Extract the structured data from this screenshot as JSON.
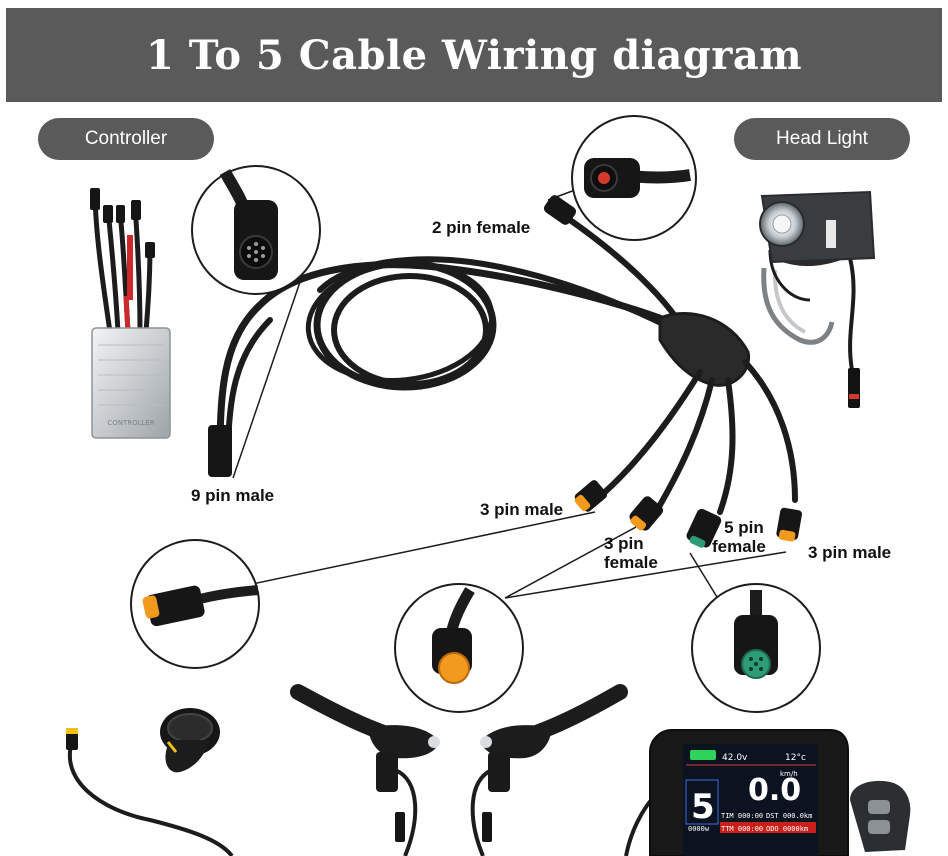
{
  "title": "1 To 5 Cable Wiring diagram",
  "tags": {
    "controller": "Controller",
    "headlight": "Head Light"
  },
  "labels": {
    "pin2_female": "2 pin female",
    "pin9_male": "9 pin male",
    "pin3_male_left": "3 pin male",
    "pin3_female_line1": "3 pin",
    "pin3_female_line2": "female",
    "pin5_female_line1": "5 pin",
    "pin5_female_line2": "female",
    "pin3_male_right": "3 pin male"
  },
  "controller_box": {
    "text": "CONTROLLER"
  },
  "display": {
    "voltage": "42.0v",
    "temperature": "12°c",
    "speed_unit": "km/h",
    "speed": "0.0",
    "assist_level": "5",
    "tim": "TIM 000:00",
    "dst": "DST 000.0km",
    "ttm": "TTM 000:00",
    "odo": "ODO 0000km",
    "power": "0000w"
  },
  "colors": {
    "header_bg": "#5a5a5a",
    "cable": "#1c1c1c",
    "orange_tip": "#f29a1d",
    "green_tip": "#2f9c78",
    "red_tip": "#d33a2c"
  }
}
